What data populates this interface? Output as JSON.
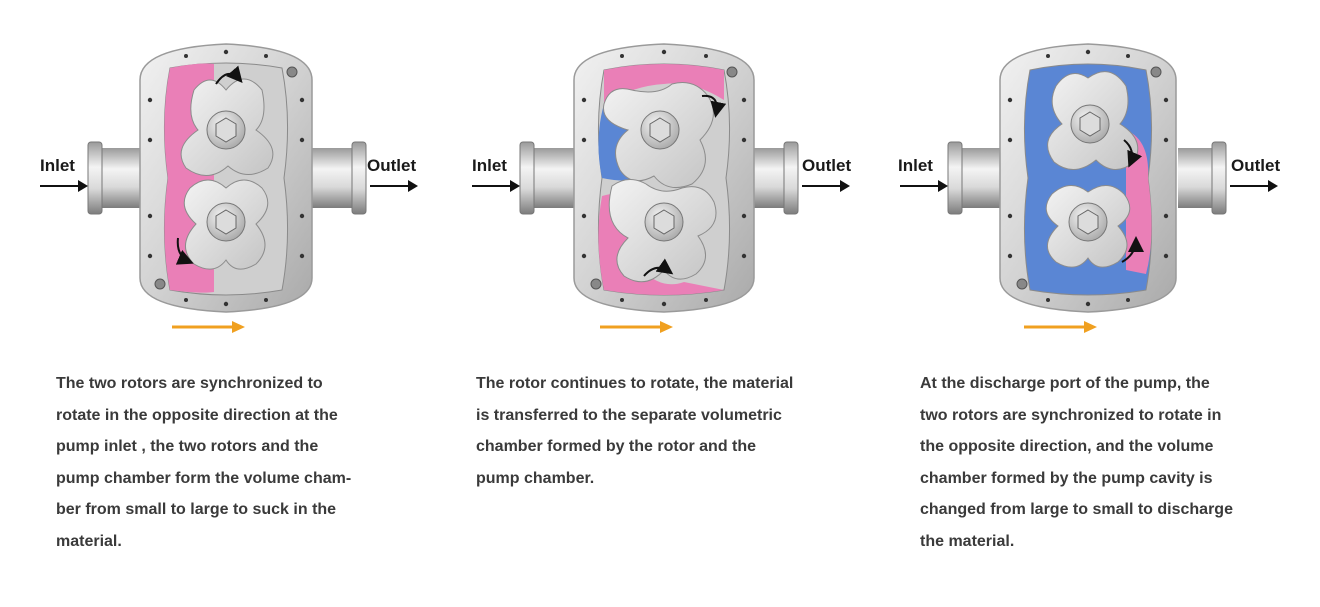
{
  "colors": {
    "material_pink": "#ea7fb7",
    "material_blue": "#5a86d4",
    "flow_arrow": "#f0a020",
    "text": "#3a3a3a"
  },
  "panels": [
    {
      "inlet_label": "Inlet",
      "outlet_label": "Outlet",
      "caption_lines": [
        "The two rotors are synchronized to",
        "rotate in the opposite direction at the",
        "pump inlet , the two rotors and the",
        "pump chamber form the volume cham-",
        "ber from small to large to suck in the",
        "material."
      ]
    },
    {
      "inlet_label": "Inlet",
      "outlet_label": "Outlet",
      "caption_lines": [
        "The rotor continues to rotate, the material",
        "is transferred to the separate volumetric",
        "chamber formed by the rotor and the",
        "pump chamber."
      ]
    },
    {
      "inlet_label": "Inlet",
      "outlet_label": "Outlet",
      "caption_lines": [
        "At the discharge port of the pump, the",
        "two rotors are synchronized to rotate in",
        "the opposite direction, and the volume",
        "chamber formed by the pump cavity is",
        "changed from large to small to discharge",
        "the material."
      ]
    }
  ]
}
